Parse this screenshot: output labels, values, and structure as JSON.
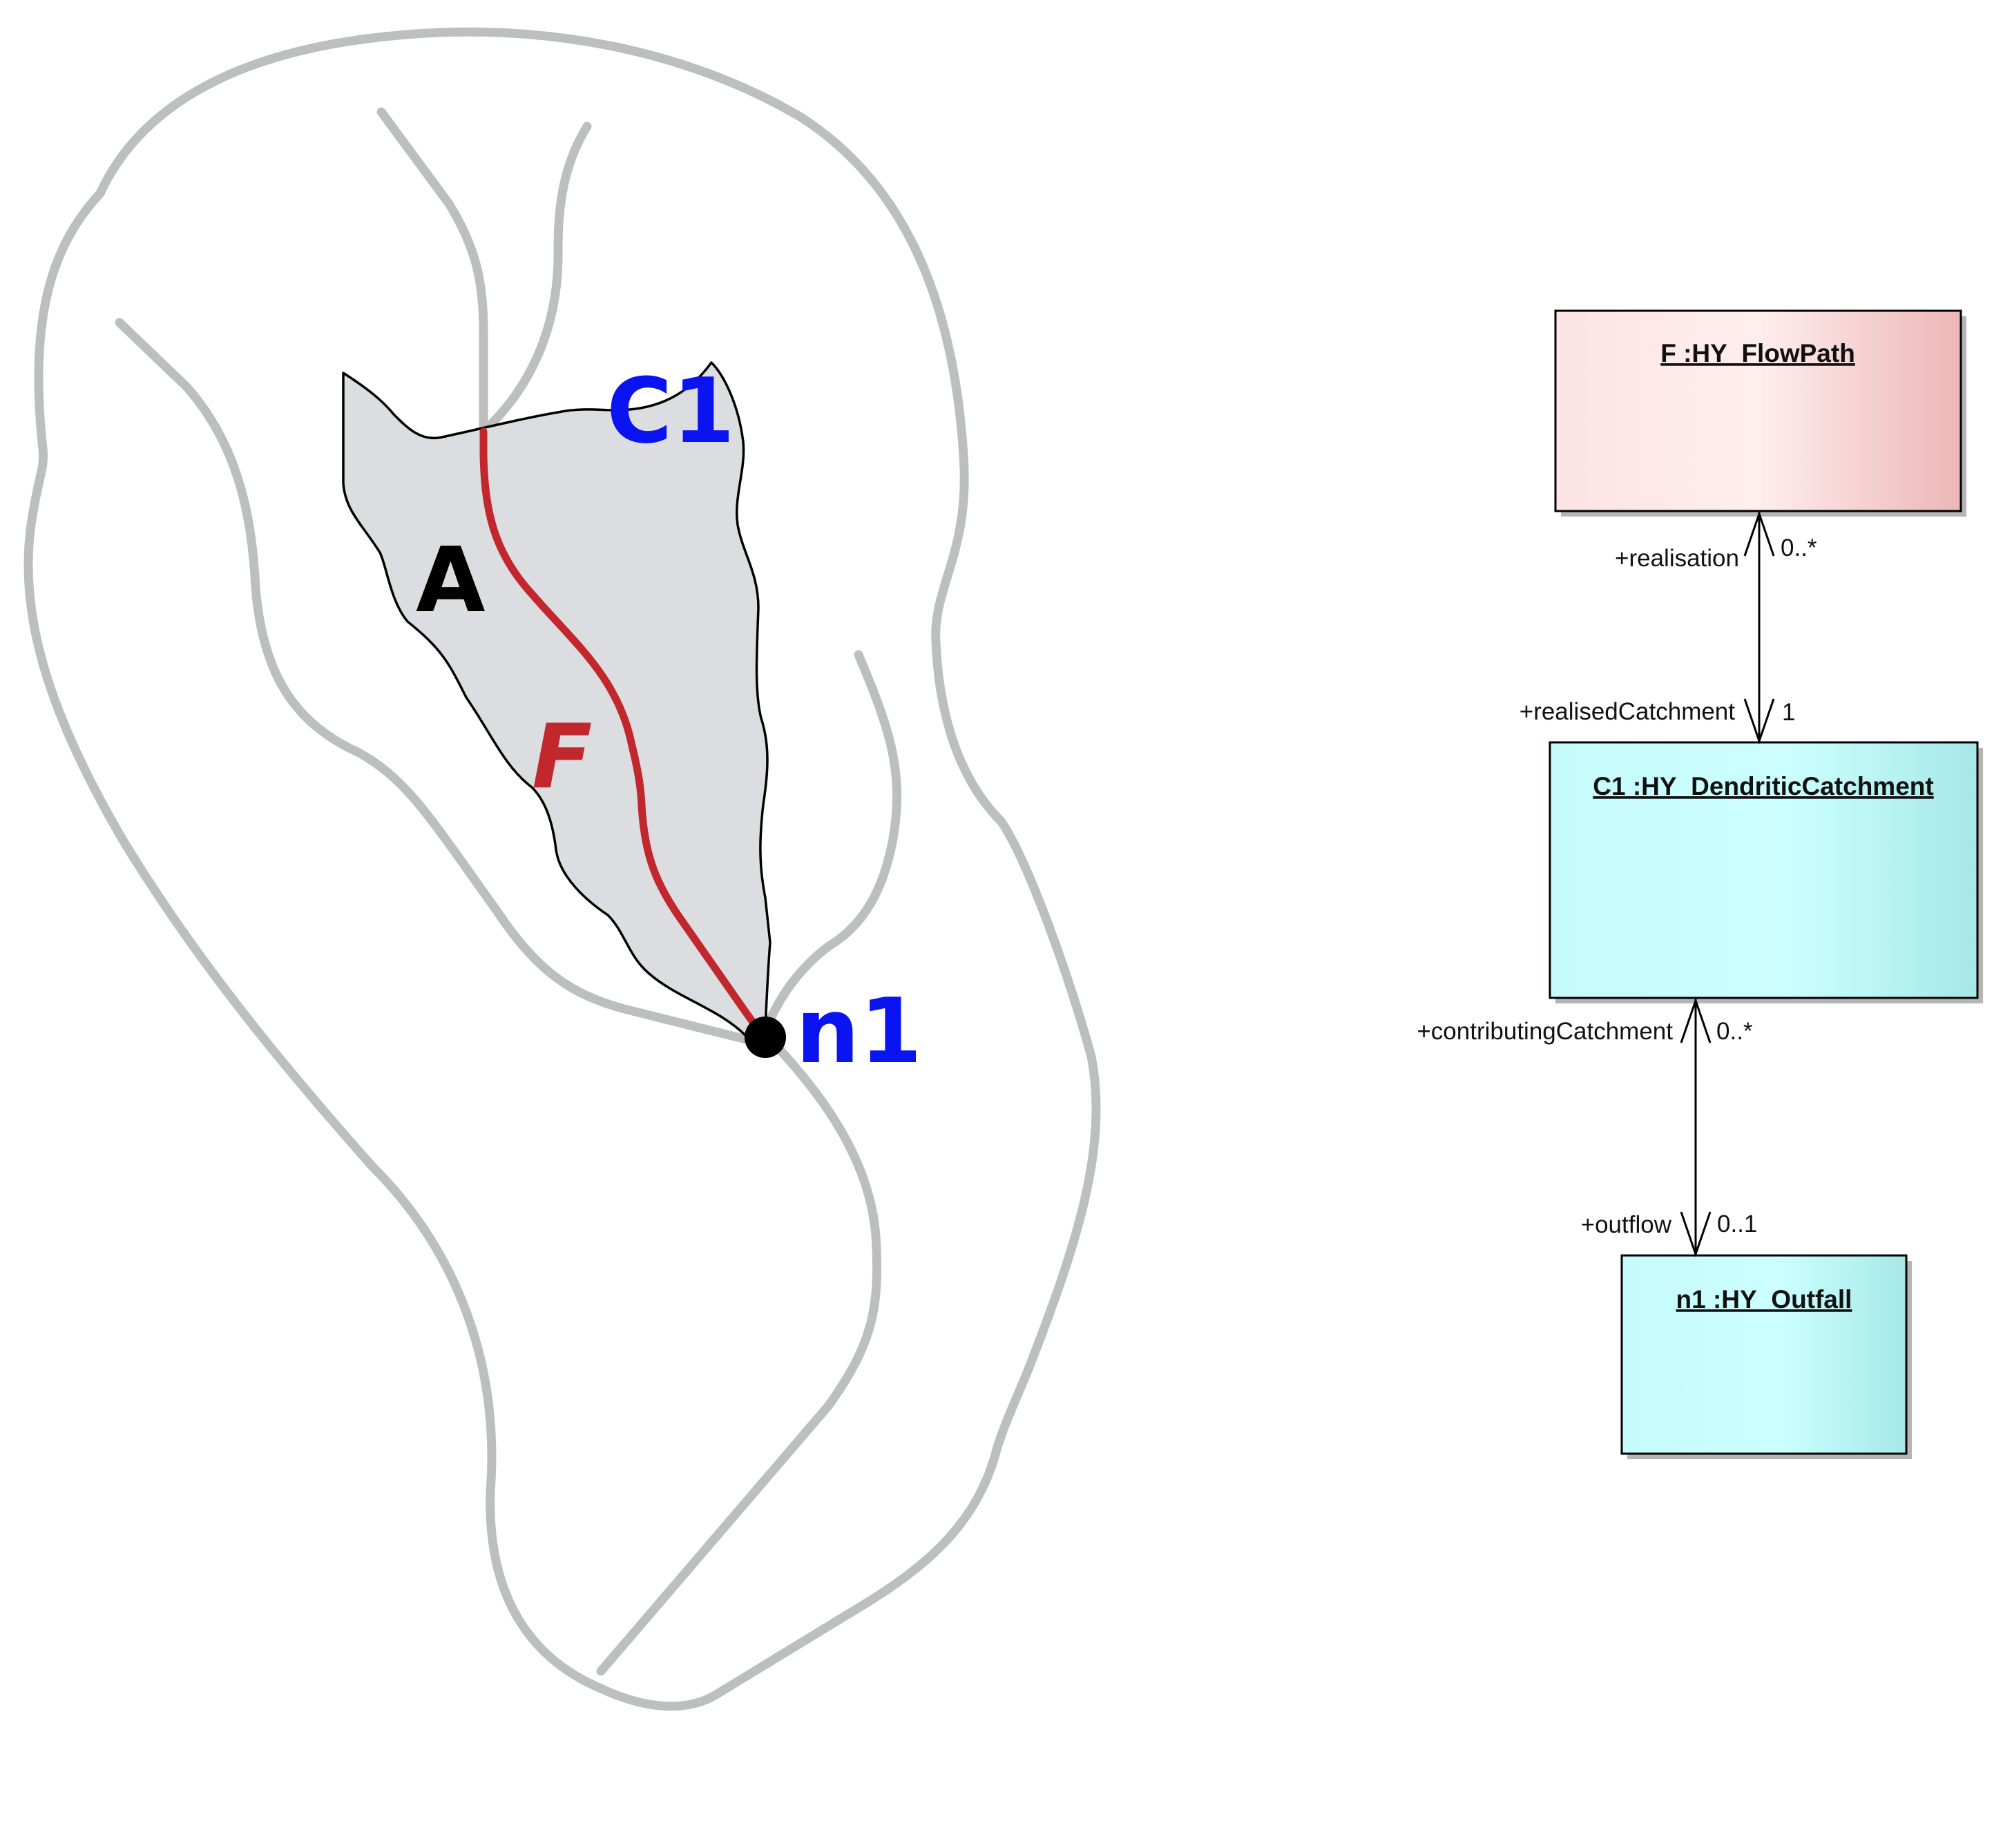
{
  "map": {
    "labels": {
      "catchment": "C1",
      "area": "A",
      "flowpath": "F",
      "outfall": "n1"
    },
    "colors": {
      "river_network": "#bdbebf",
      "catchment_fill": "#dcdde0",
      "catchment_outline": "#000000",
      "flowpath": "#c1272d",
      "label_blue": "#0a14f0",
      "label_black": "#000000",
      "outfall_node": "#000000"
    }
  },
  "uml": {
    "classes": {
      "flowpath": {
        "title": "F :HY_FlowPath",
        "fill_from": "#fde3e3",
        "fill_mid": "#ffeeee",
        "fill_to": "#edb6b6"
      },
      "catchment": {
        "title": "C1 :HY_DendriticCatchment",
        "fill_from": "#c6fbfb",
        "fill_mid": "#ccffff",
        "fill_to": "#a6e8e8"
      },
      "outfall": {
        "title": "n1 :HY_Outfall",
        "fill_from": "#c6fbfb",
        "fill_mid": "#ccffff",
        "fill_to": "#a6e8e8"
      }
    },
    "associations": [
      {
        "top_role": "+realisation",
        "top_multiplicity": "0..*",
        "bottom_role": "+realisedCatchment",
        "bottom_multiplicity": "1"
      },
      {
        "top_role": "+contributingCatchment",
        "top_multiplicity": "0..*",
        "bottom_role": "+outflow",
        "bottom_multiplicity": "0..1"
      }
    ]
  }
}
